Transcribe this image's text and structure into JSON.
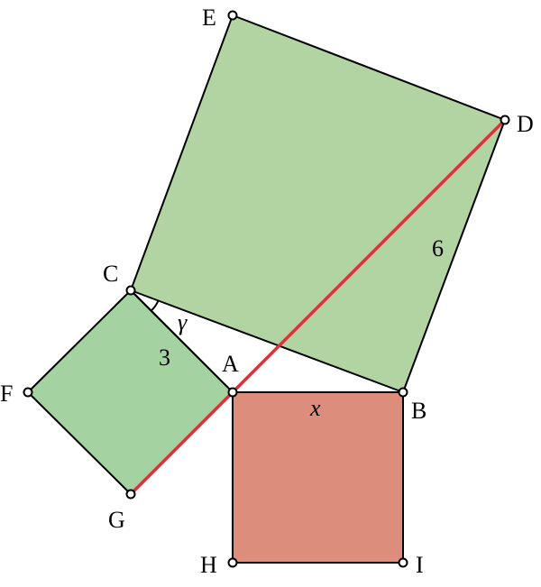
{
  "diagram": {
    "colors": {
      "large_square_fill": "#b2d4a3",
      "small_square_fill": "#a4d2a0",
      "bottom_square_fill": "#dc8d7c",
      "outline": "#000000",
      "highlight_segment": "#d8323c",
      "point_fill": "#ffffff"
    },
    "points": {
      "A": "A",
      "B": "B",
      "C": "C",
      "D": "D",
      "E": "E",
      "F": "F",
      "G": "G",
      "H": "H",
      "I": "I"
    },
    "measures": {
      "side_AB": "x",
      "side_AC": "3",
      "side_BD": "6",
      "angle_C": "γ"
    }
  }
}
